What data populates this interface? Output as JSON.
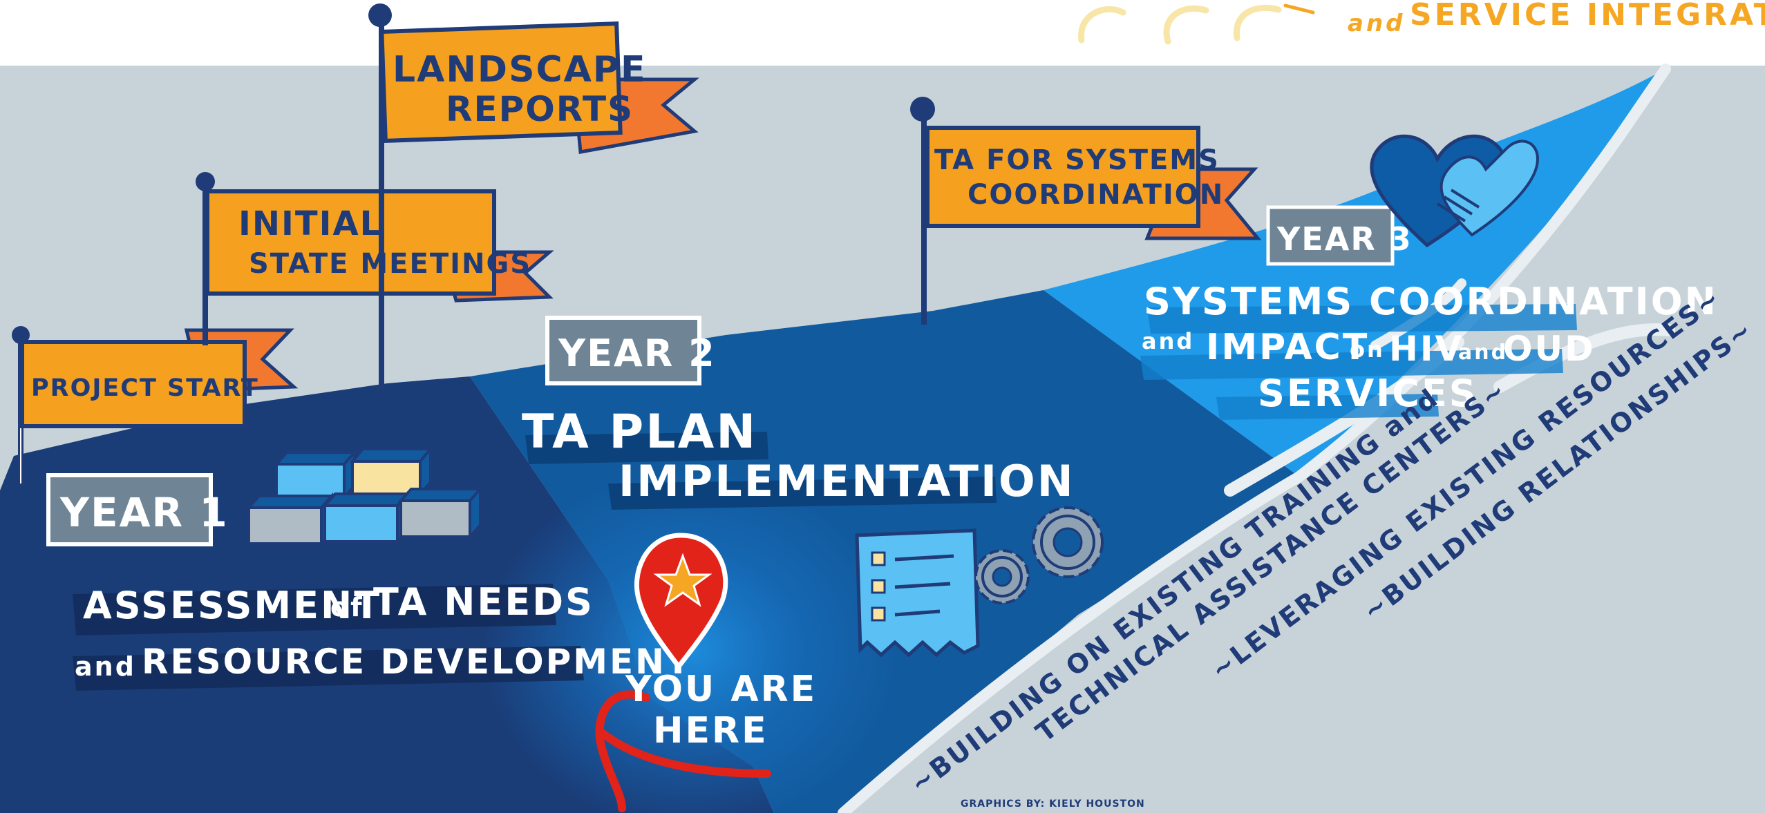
{
  "header": {
    "top_right_connector": "and",
    "top_right_text": "SERVICE INTEGRATION"
  },
  "flags": {
    "project_start": "PROJECT START",
    "initial_state_meetings_line1": "INITIAL",
    "initial_state_meetings_line2": "STATE MEETINGS",
    "landscape_reports_line1": "LANDSCAPE",
    "landscape_reports_line2": "REPORTS",
    "ta_systems_line1": "TA FOR SYSTEMS",
    "ta_systems_line2": "COORDINATION"
  },
  "years": {
    "year1": "YEAR 1",
    "year2": "YEAR 2",
    "year3": "YEAR 3"
  },
  "year1_text": {
    "line1_a": "ASSESSMENT",
    "line1_of": "of",
    "line1_b": "TA NEEDS",
    "line2_and": "and",
    "line2_b": "RESOURCE DEVELOPMENT"
  },
  "year2_text": {
    "line1": "TA PLAN",
    "line2": "IMPLEMENTATION"
  },
  "year3_text": {
    "line1": "SYSTEMS COORDINATION",
    "line2_and": "and",
    "line2_a": "IMPACT",
    "line2_on": "on",
    "line2_b": "HIV",
    "line2_and2": "and",
    "line2_c": "OUD",
    "line3": "SERVICES"
  },
  "marker": {
    "line1": "YOU ARE",
    "line2": "HERE"
  },
  "road_notes": {
    "note1_line1": "~BUILDING ON EXISTING TRAINING and",
    "note1_line2": "TECHNICAL ASSISTANCE CENTERS~",
    "note2": "~LEVERAGING EXISTING RESOURCES~",
    "note3": "~BUILDING RELATIONSHIPS~"
  },
  "credit": "GRAPHICS BY: KIELY HOUSTON",
  "colors": {
    "sky_gray": "#c8d3d9",
    "navy": "#1a3d78",
    "mid_blue": "#125a9e",
    "bright_blue": "#1f9bea",
    "flag_orange": "#f5a01f",
    "pennant_orange": "#f2782f",
    "red": "#e2231a",
    "light_blue": "#5bc0f4",
    "cream": "#f8e3a1"
  }
}
